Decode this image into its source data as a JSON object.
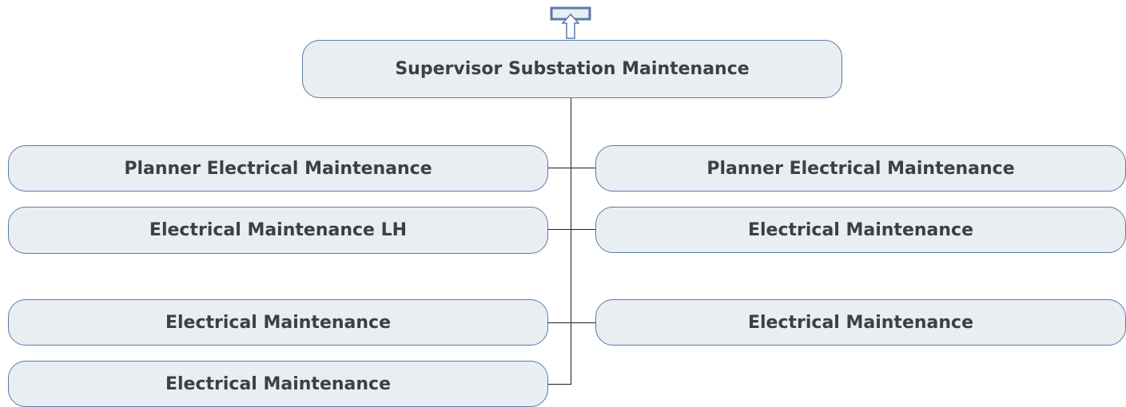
{
  "diagram": {
    "up_icon": "up-arrow-icon",
    "root": {
      "label": "Supervisor Substation Maintenance"
    },
    "left": [
      {
        "label": "Planner Electrical Maintenance"
      },
      {
        "label": "Electrical Maintenance LH"
      },
      {
        "label": "Electrical Maintenance"
      },
      {
        "label": "Electrical Maintenance"
      }
    ],
    "right": [
      {
        "label": "Planner Electrical Maintenance"
      },
      {
        "label": "Electrical Maintenance"
      },
      {
        "label": "Electrical Maintenance"
      }
    ],
    "colors": {
      "node_fill": "#e9eef3",
      "node_border": "#5b7aa7",
      "text": "#3f3f3f",
      "connector": "#1f1f1f"
    }
  }
}
